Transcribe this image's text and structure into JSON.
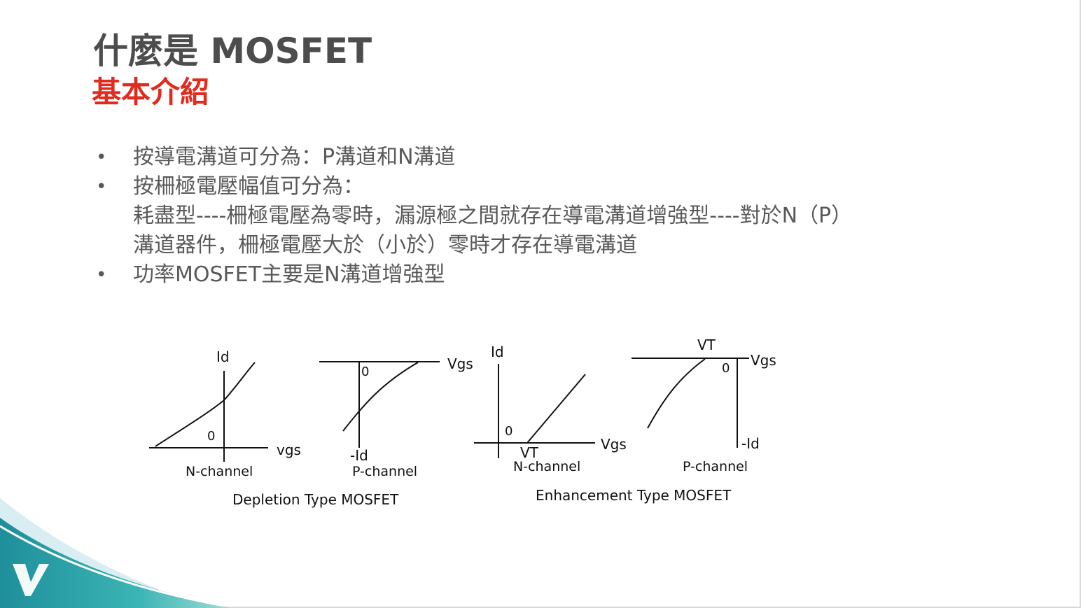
{
  "title": "什麼是 MOSFET",
  "subtitle": "基本介紹",
  "bullets": [
    {
      "lines": [
        "按導電溝道可分為：P溝道和N溝道"
      ]
    },
    {
      "lines": [
        "按柵極電壓幅值可分為：",
        "耗盡型----柵極電壓為零時，漏源極之間就存在導電溝道增強型----對於N（P）",
        "溝道器件，柵極電壓大於（小於）零時才存在導電溝道"
      ]
    },
    {
      "lines": [
        "功率MOSFET主要是N溝道增強型"
      ]
    }
  ],
  "bullet_symbol": "•",
  "diagrams": {
    "dep_n": {
      "id_label": "Id",
      "zero": "0",
      "vgs": "vgs",
      "caption": "N-channel"
    },
    "dep_p": {
      "zero": "0",
      "vgs": "Vgs",
      "neg_id": "-Id",
      "caption": "P-channel"
    },
    "enh_n": {
      "id_label": "Id",
      "zero": "0",
      "vt": "VT",
      "vgs": "Vgs",
      "caption": "N-channel"
    },
    "enh_p": {
      "vt": "VT",
      "zero": "0",
      "vgs": "Vgs",
      "neg_id": "-Id",
      "caption": "P-channel"
    },
    "depletion_title": "Depletion Type MOSFET",
    "enhancement_title": "Enhancement Type MOSFET"
  },
  "colors": {
    "title": "#4d4d4d",
    "subtitle": "#e02b1e",
    "body": "#595959",
    "wave_teal": "#2a9fa6"
  },
  "logo_icon": "v-logo-icon"
}
